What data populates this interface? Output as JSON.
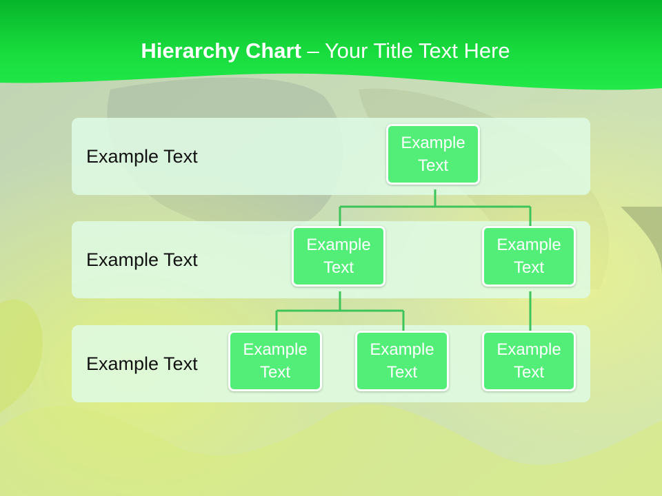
{
  "title": {
    "bold": "Hierarchy Chart",
    "rest": " – Your Title Text Here"
  },
  "levels": [
    {
      "label": "Example Text"
    },
    {
      "label": "Example Text"
    },
    {
      "label": "Example Text"
    }
  ],
  "nodes": {
    "root": {
      "text": "Example Text"
    },
    "mid_a": {
      "text": "Example Text"
    },
    "mid_b": {
      "text": "Example Text"
    },
    "leaf_1": {
      "text": "Example Text"
    },
    "leaf_2": {
      "text": "Example Text"
    },
    "leaf_3": {
      "text": "Example Text"
    }
  },
  "colors": {
    "header_green": "#16d93a",
    "node_fill": "#53ee78",
    "connector": "#3cc45a",
    "band_fill": "#defae4"
  }
}
